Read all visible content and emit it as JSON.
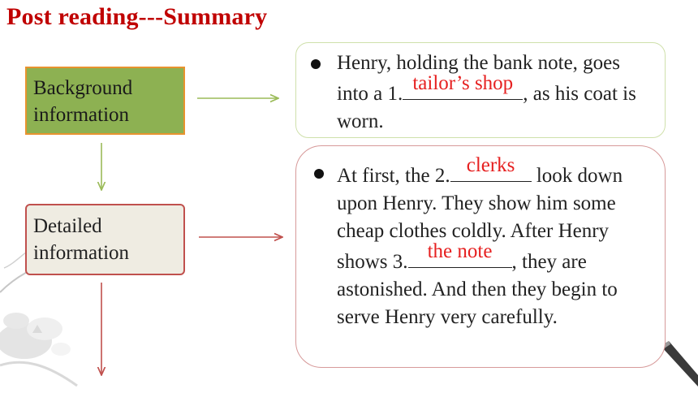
{
  "slide": {
    "title": "Post reading---Summary"
  },
  "flow": {
    "background_label": "Background information",
    "detailed_label": "Detailed information"
  },
  "panel_top": {
    "text_before": "Henry, holding the bank note, goes into a 1.",
    "answer": "tailor’s shop",
    "text_after": ", as his coat is worn."
  },
  "panel_main": {
    "text_1": "At first, the 2.",
    "answer_1": "clerks",
    "text_2": " look down upon Henry. They show him some cheap clothes coldly. After Henry shows 3.",
    "answer_2": "the note",
    "text_3": ", they are astonished. And then they begin to serve Henry very carefully."
  },
  "colors": {
    "title": "#c00000",
    "answer": "#e62020",
    "background_box": "#8db152",
    "background_border": "#e8932f",
    "detail_box": "#efece2",
    "detail_border": "#c0504d",
    "green_arrow": "#9bbb59",
    "red_arrow": "#c0504d"
  },
  "icons": {
    "bullet": "black-dot",
    "decoration_left": "ink-flower-painting",
    "decoration_right": "pen-brush"
  }
}
